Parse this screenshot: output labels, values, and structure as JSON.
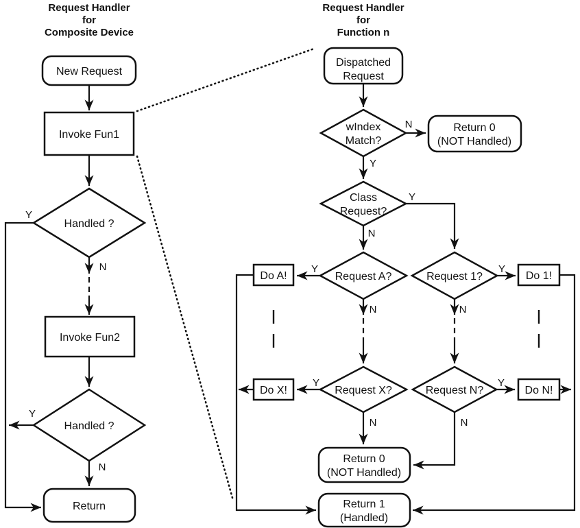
{
  "labels": {
    "yes": "Y",
    "no": "N"
  },
  "left": {
    "title": [
      "Request Handler",
      "for",
      "Composite Device"
    ],
    "nodes": {
      "new_request": "New Request",
      "invoke_fun1": "Invoke Fun1",
      "handled1": "Handled ?",
      "invoke_fun2": "Invoke Fun2",
      "handled2": "Handled ?",
      "return": "Return"
    }
  },
  "right": {
    "title": [
      "Request Handler",
      "for",
      "Function n"
    ],
    "nodes": {
      "dispatched_request": [
        "Dispatched",
        "Request"
      ],
      "windex_match": [
        "wIndex",
        "Match?"
      ],
      "return0_top": [
        "Return 0",
        "(NOT Handled)"
      ],
      "class_request": [
        "Class",
        "Request?"
      ],
      "request_a": "Request A?",
      "request_1": "Request 1?",
      "do_a": "Do A!",
      "do_1": "Do 1!",
      "request_x": "Request X?",
      "request_n": "Request N?",
      "do_x": "Do X!",
      "do_n": "Do N!",
      "return0_bottom": [
        "Return 0",
        "(NOT Handled)"
      ],
      "return1": [
        "Return 1",
        "(Handled)"
      ]
    }
  },
  "colors": {
    "ink": "#121212",
    "background": "#ffffff"
  }
}
